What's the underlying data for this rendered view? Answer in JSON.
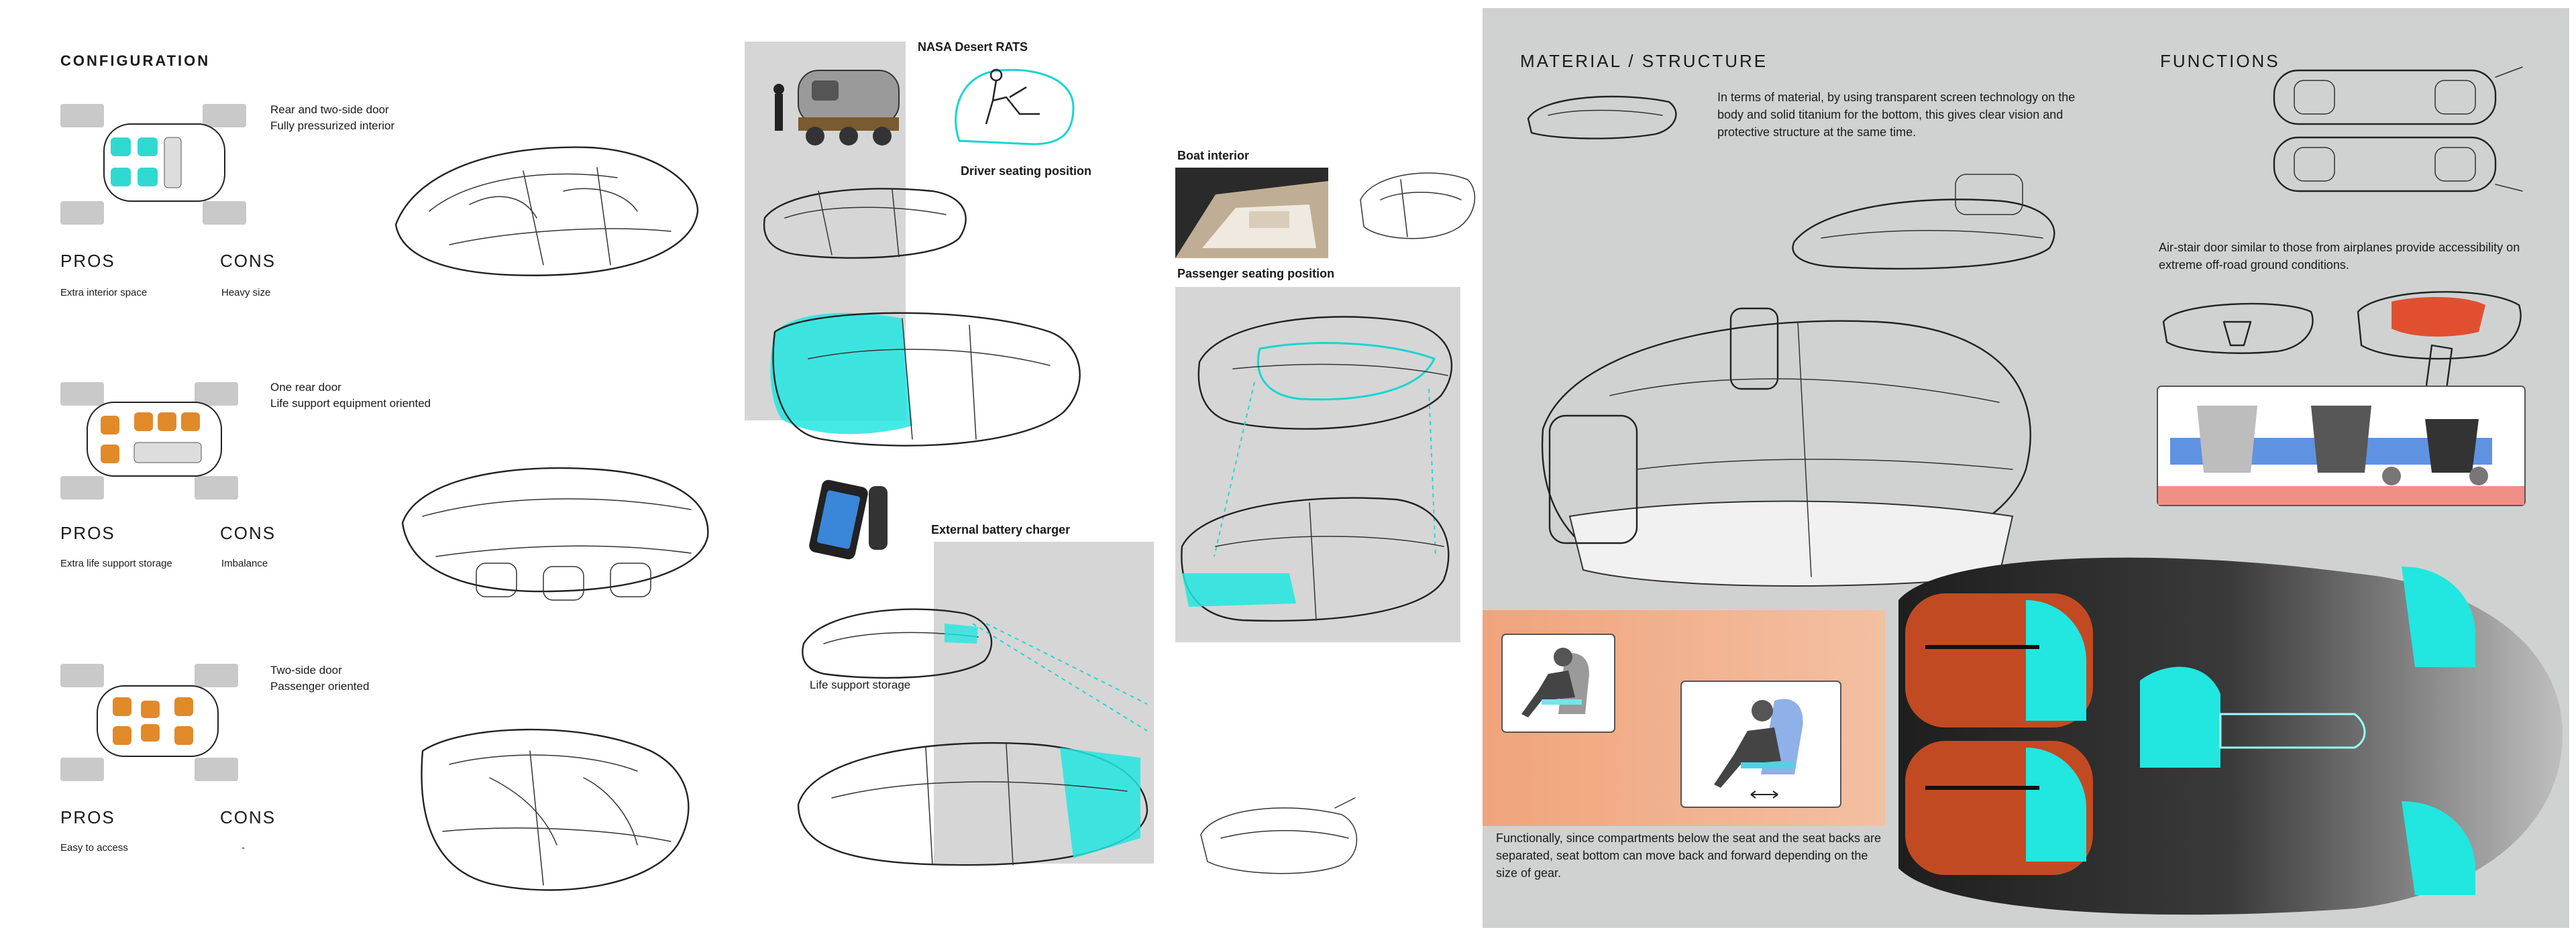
{
  "left": {
    "heading": "CONFIGURATION",
    "configs": [
      {
        "line1": "Rear and two-side door",
        "line2": "Fully pressurized interior",
        "pros_label": "PROS",
        "cons_label": "CONS",
        "pro": "Extra interior space",
        "con": "Heavy size",
        "seat_color": "#2fd9d0"
      },
      {
        "line1": "One rear door",
        "line2": "Life support equipment oriented",
        "pros_label": "PROS",
        "cons_label": "CONS",
        "pro": "Extra life support storage",
        "con": "Imbalance",
        "seat_color": "#e08a2a"
      },
      {
        "line1": "Two-side door",
        "line2": "Passenger oriented",
        "pros_label": "PROS",
        "cons_label": "CONS",
        "pro": "Easy to access",
        "con": "-",
        "seat_color": "#e08a2a"
      }
    ]
  },
  "middle": {
    "nasa_title": "NASA Desert RATS",
    "driver_label": "Driver seating position",
    "boat_label": "Boat interior",
    "passenger_label": "Passenger seating position",
    "battery_label": "External battery charger",
    "life_support_label": "Life support storage"
  },
  "right": {
    "material_heading": "MATERIAL / STRUCTURE",
    "material_text": "In terms of material, by using transparent screen technology on the body and solid titanium for the bottom, this gives clear vision and protective structure at the same time.",
    "functions_heading": "FUNCTIONS",
    "functions_text": "Air-stair door similar to those from airplanes provide accessibility on extreme off-road ground conditions.",
    "seat_text": "Functionally, since compartments below the seat and the seat backs are separated, seat bottom can move back and forward depending on the size of gear."
  },
  "colors": {
    "accent_cyan": "#22e6e0",
    "accent_orange": "#e08a2a",
    "panel_grey": "#d0d2d1",
    "band_orange": "#f0a47c"
  }
}
